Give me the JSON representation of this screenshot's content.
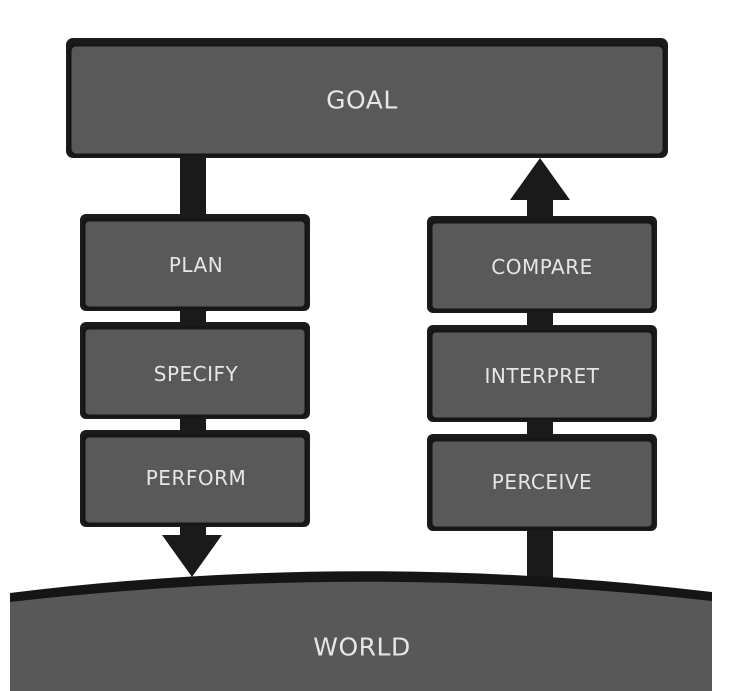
{
  "diagram": {
    "goal": "GOAL",
    "world": "WORLD",
    "execution": [
      "PLAN",
      "SPECIFY",
      "PERFORM"
    ],
    "evaluation": [
      "COMPARE",
      "INTERPRET",
      "PERCEIVE"
    ]
  },
  "colors": {
    "box_fill": "#595959",
    "outline": "#161616",
    "text": "#e6e6e6",
    "background": "#ffffff"
  }
}
